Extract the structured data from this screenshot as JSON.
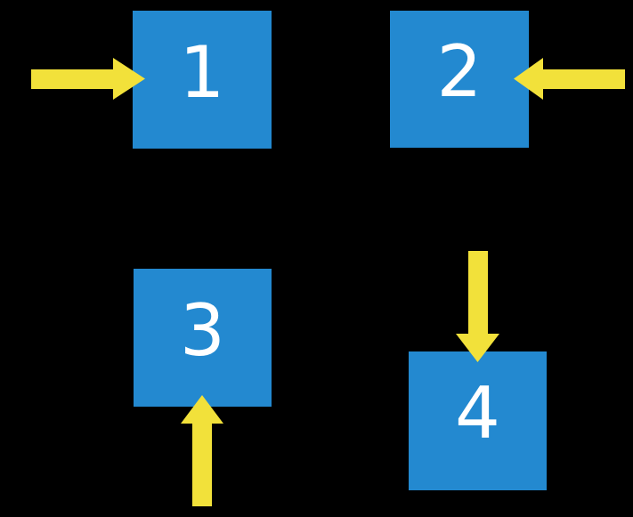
{
  "colors": {
    "canvas_bg": "#000000",
    "square_fill": "#2389d0",
    "arrow_fill": "#f2e13a",
    "label_color": "#ffffff"
  },
  "squares": [
    {
      "label": "1",
      "arrow_direction": "right",
      "arrow_enters_from": "left"
    },
    {
      "label": "2",
      "arrow_direction": "left",
      "arrow_enters_from": "right"
    },
    {
      "label": "3",
      "arrow_direction": "up",
      "arrow_enters_from": "bottom"
    },
    {
      "label": "4",
      "arrow_direction": "down",
      "arrow_enters_from": "top"
    }
  ]
}
